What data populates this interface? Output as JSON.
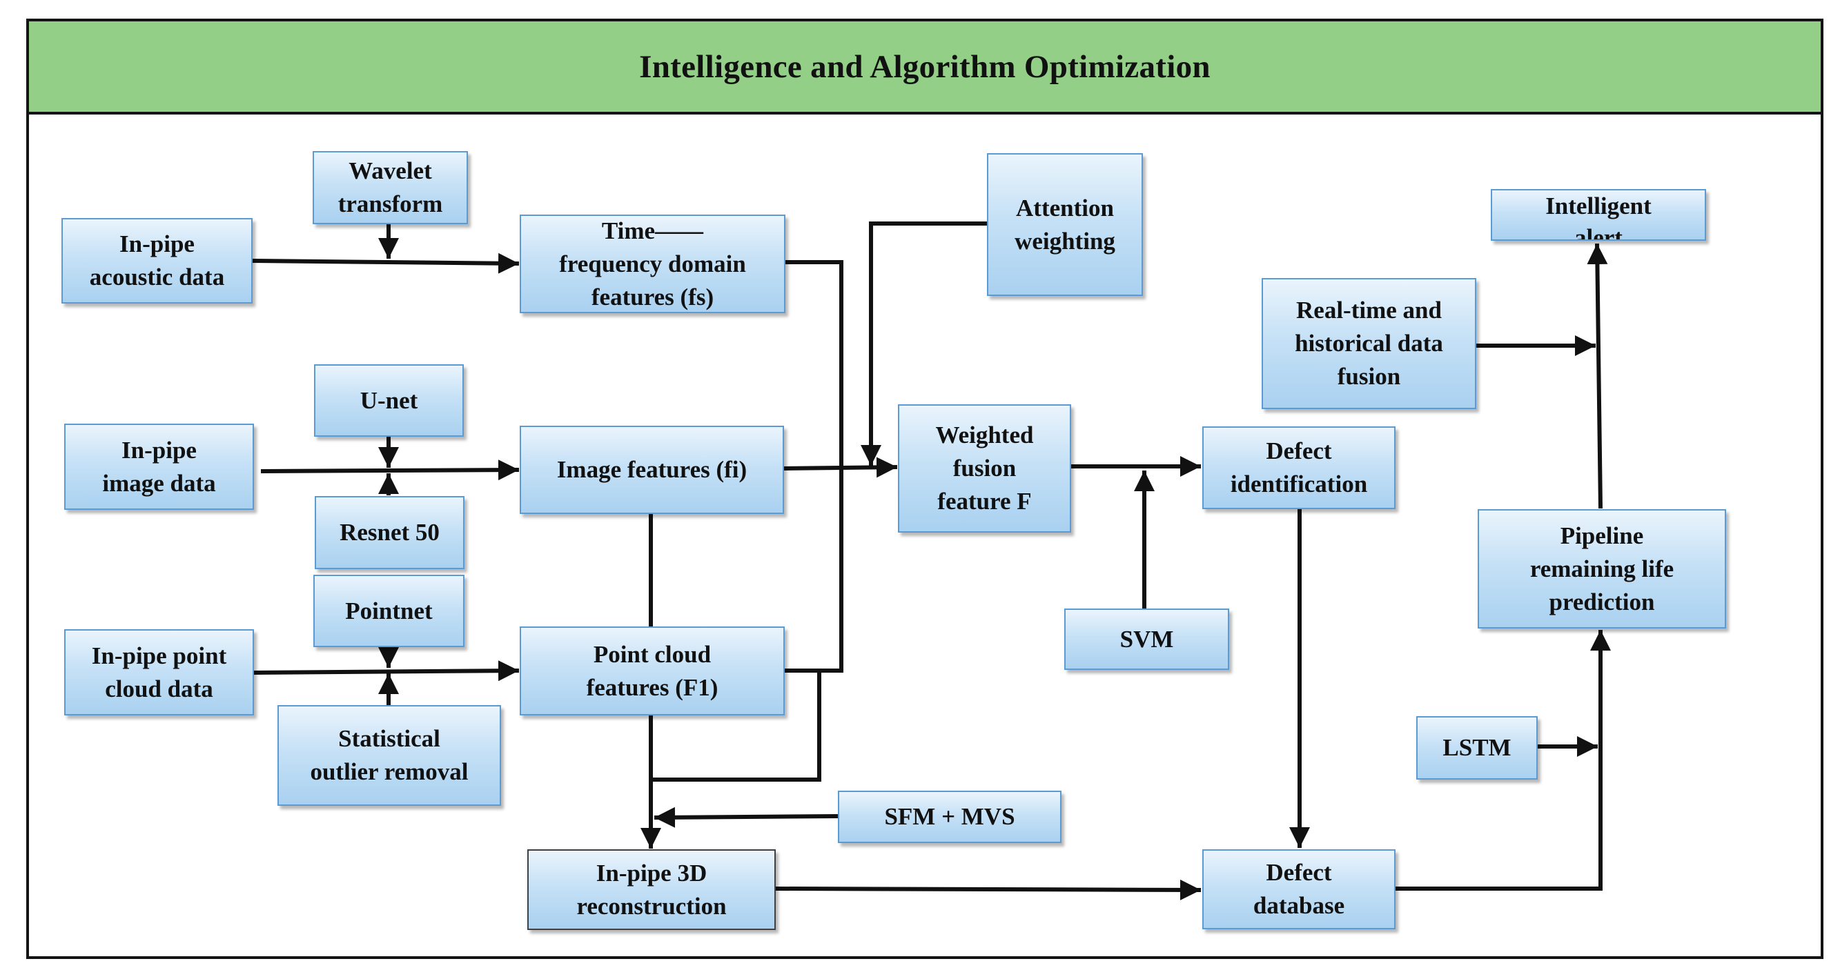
{
  "title": "Intelligence and Algorithm Optimization",
  "colors": {
    "header_fill": "#93cf86",
    "box_border": "#5b9bd5",
    "box_fill_top": "#eaf4fc",
    "box_fill_bottom": "#a9d1f0",
    "line": "#111111"
  },
  "nodes": {
    "acoustic_data": "In-pipe\nacoustic data",
    "wavelet": "Wavelet\ntransform",
    "time_freq": "Time——\nfrequency domain\nfeatures (fs)",
    "attention": "Attention\nweighting",
    "alert": "Intelligent\nalert",
    "fusion_rt": "Real-time and\nhistorical data\nfusion",
    "unet": "U-net",
    "image_data": "In-pipe\nimage data",
    "image_feat": "Image features (fi)",
    "weighted": "Weighted\nfusion\nfeature F",
    "defect_id": "Defect\nidentification",
    "resnet": "Resnet 50",
    "pointnet": "Pointnet",
    "point_data": "In-pipe  point\ncloud data",
    "point_feat": "Point cloud\nfeatures (F1)",
    "svm": "SVM",
    "life": "Pipeline\nremaining life\nprediction",
    "outlier": "Statistical\noutlier removal",
    "lstm": "LSTM",
    "sfm": "SFM + MVS",
    "recon": "In-pipe 3D\nreconstruction",
    "defect_db": "Defect\ndatabase"
  }
}
